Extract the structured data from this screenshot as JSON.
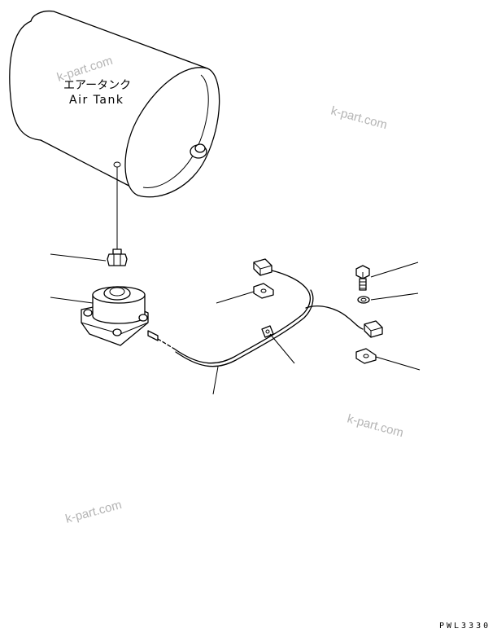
{
  "labels": {
    "tank_jp": "エアータンク",
    "tank_en": "Air Tank"
  },
  "watermarks": [
    "k-part.com",
    "k-part.com",
    "k-part.com",
    "k-part.com"
  ],
  "drawing_code": "PWL3330"
}
